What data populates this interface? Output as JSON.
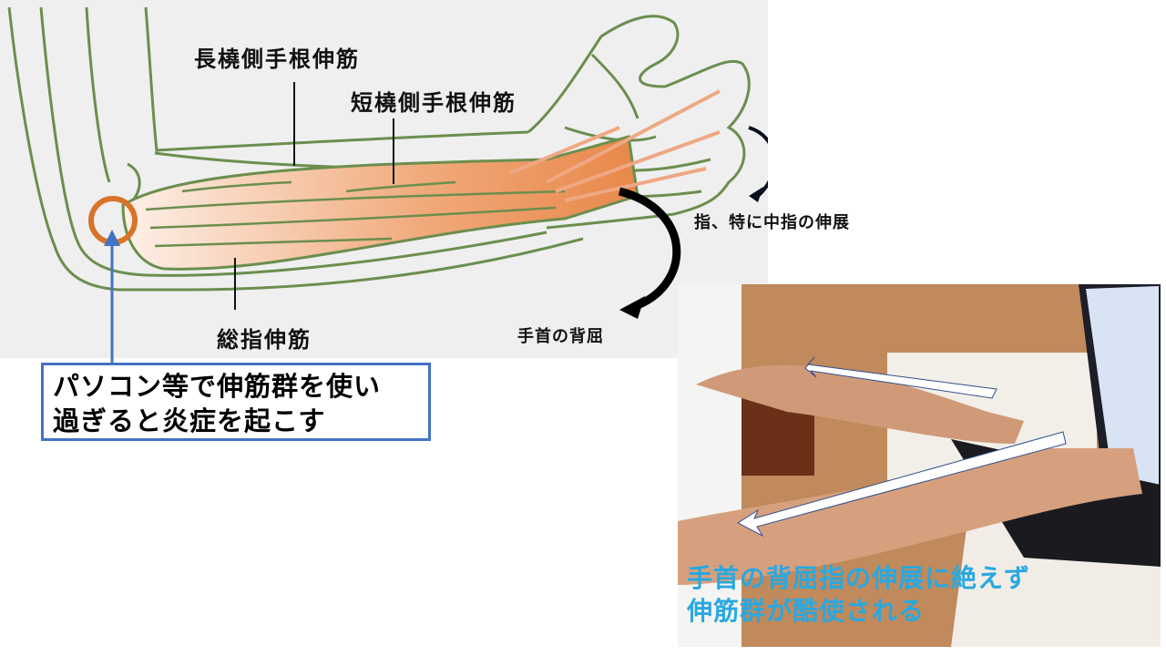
{
  "diagram": {
    "muscle_labels": [
      {
        "text": "長橈側手根伸筋"
      },
      {
        "text": "短橈側手根伸筋"
      },
      {
        "text": "総指伸筋"
      }
    ],
    "motion_labels": {
      "finger_extension": "指、特に中指の伸展",
      "wrist_dorsiflexion": "手首の背屈"
    },
    "callout": {
      "line1": "パソコン等で伸筋群を使い",
      "line2": "過ぎると炎症を起こす"
    },
    "photo_caption": {
      "line1": "手首の背屈指の伸展に絶えず",
      "line2": "伸筋群が酷使される"
    },
    "colors": {
      "outline_green": "#6b8e4e",
      "muscle_orange": "#e8884a",
      "highlight_circle": "#d8732a",
      "callout_border": "#4472c4",
      "caption_blue": "#29a8e0",
      "background_gray": "#efefef"
    }
  }
}
